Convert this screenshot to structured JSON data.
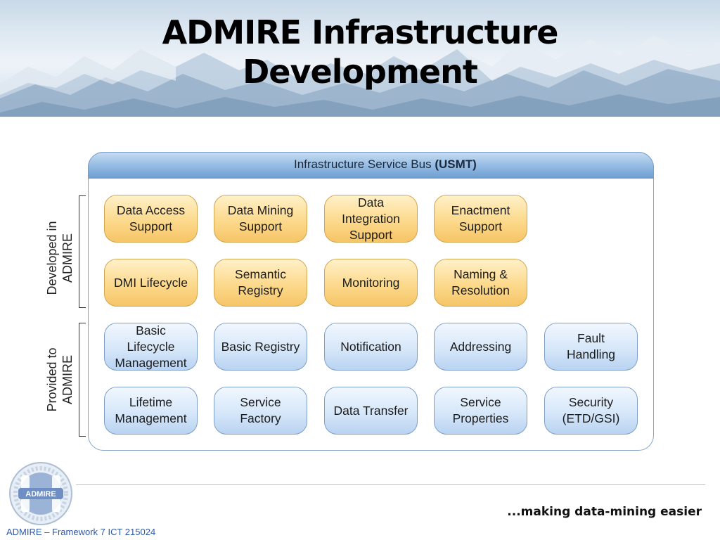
{
  "slide": {
    "title_line1": "ADMIRE Infrastructure",
    "title_line2": "Development"
  },
  "diagram": {
    "bus_label": "Infrastructure Service Bus",
    "bus_suffix": "(USMT)",
    "side_top_line1": "Developed in",
    "side_top_line2": "ADMIRE",
    "side_bottom_line1": "Provided to",
    "side_bottom_line2": "ADMIRE",
    "developed": [
      {
        "label": "Data Access\nSupport"
      },
      {
        "label": "Data Mining\nSupport"
      },
      {
        "label": "Data\nIntegration\nSupport"
      },
      {
        "label": "Enactment\nSupport"
      },
      {
        "label": "DMI Lifecycle"
      },
      {
        "label": "Semantic\nRegistry"
      },
      {
        "label": "Monitoring"
      },
      {
        "label": "Naming &\nResolution"
      }
    ],
    "provided": [
      {
        "label": "Basic\nLifecycle\nManagement"
      },
      {
        "label": "Basic Registry"
      },
      {
        "label": "Notification"
      },
      {
        "label": "Addressing"
      },
      {
        "label": "Fault\nHandling"
      },
      {
        "label": "Lifetime\nManagement"
      },
      {
        "label": "Service\nFactory"
      },
      {
        "label": "Data Transfer"
      },
      {
        "label": "Service\nProperties"
      },
      {
        "label": "Security\n(ETD/GSI)"
      }
    ],
    "colors": {
      "developed": "#fcd98c",
      "provided": "#d6e7f9",
      "bus": "#92b9e2"
    }
  },
  "footer": {
    "tagline": "...making data-mining easier",
    "credit": "ADMIRE – Framework 7 ICT 215024",
    "logo_text": "ADMIRE"
  }
}
